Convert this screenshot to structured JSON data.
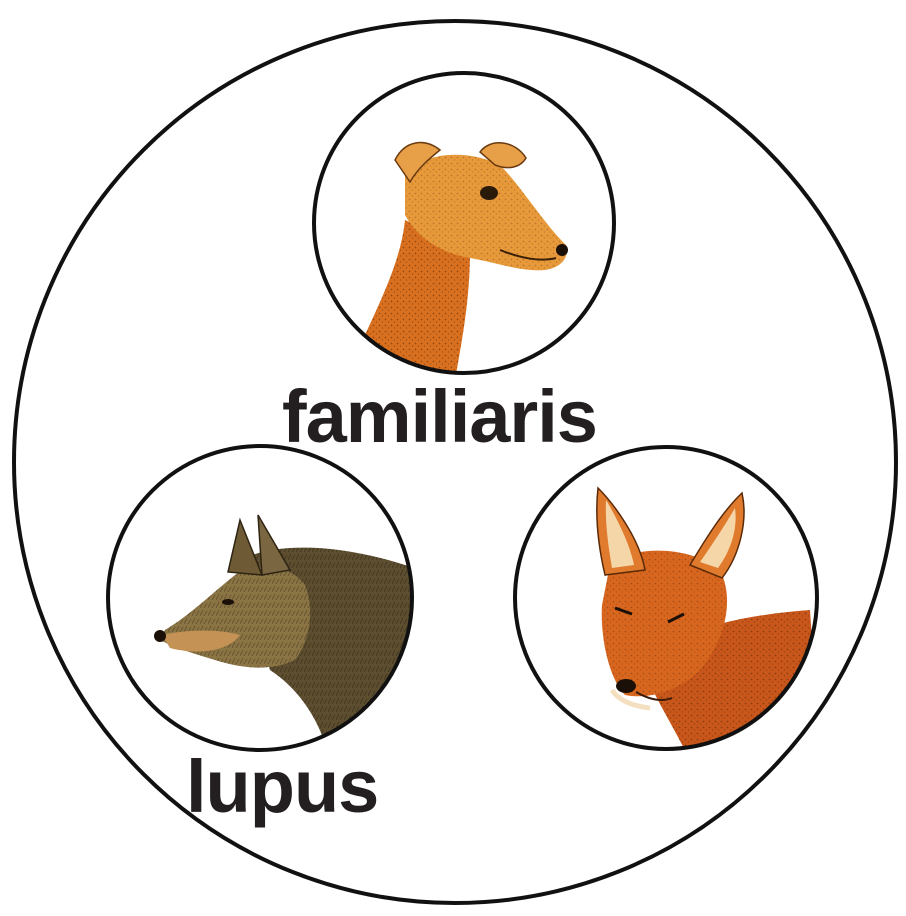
{
  "labels": {
    "familiaris": "familiaris",
    "lupus": "lupus"
  },
  "animals": [
    {
      "name": "dog",
      "icon": "dog-head-icon"
    },
    {
      "name": "wolf",
      "icon": "wolf-head-icon"
    },
    {
      "name": "jackal",
      "icon": "jackal-head-icon"
    }
  ],
  "colors": {
    "outline": "#111111",
    "dog": "#e08a2c",
    "wolf": "#6b5a3a",
    "jackal": "#d2611d",
    "text": "#231f20"
  }
}
